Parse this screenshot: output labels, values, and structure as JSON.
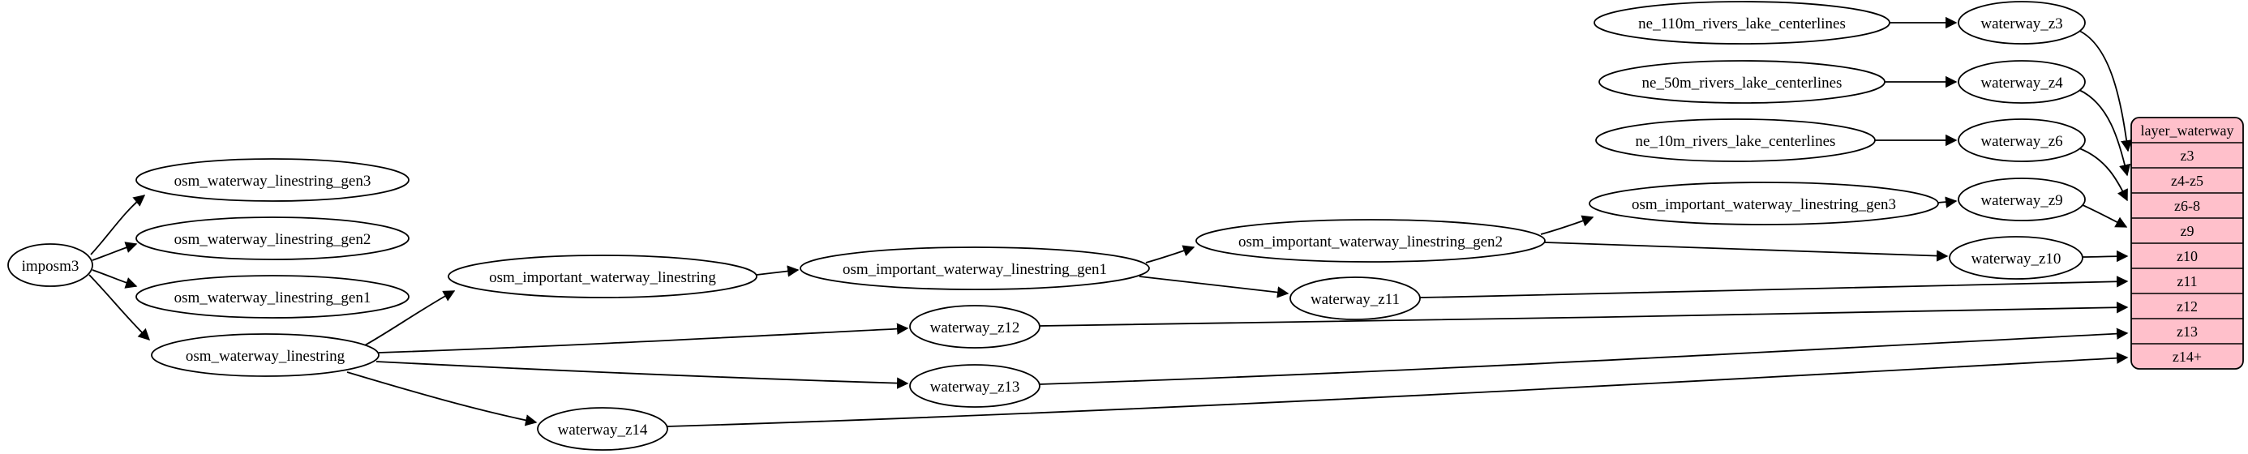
{
  "diagram_type": "graphviz-etl-pipeline",
  "colors": {
    "background": "#ffffff",
    "node_fill": "#ffffff",
    "node_stroke": "#000000",
    "edge_stroke": "#000000",
    "record_fill": "#ffc0cb"
  },
  "nodes": {
    "imposm3": {
      "label": "imposm3"
    },
    "osm_waterway_linestring_gen3": {
      "label": "osm_waterway_linestring_gen3"
    },
    "osm_waterway_linestring_gen2": {
      "label": "osm_waterway_linestring_gen2"
    },
    "osm_waterway_linestring_gen1": {
      "label": "osm_waterway_linestring_gen1"
    },
    "osm_waterway_linestring": {
      "label": "osm_waterway_linestring"
    },
    "osm_important_waterway_linestring": {
      "label": "osm_important_waterway_linestring"
    },
    "osm_important_waterway_linestring_gen1": {
      "label": "osm_important_waterway_linestring_gen1"
    },
    "osm_important_waterway_linestring_gen2": {
      "label": "osm_important_waterway_linestring_gen2"
    },
    "osm_important_waterway_linestring_gen3": {
      "label": "osm_important_waterway_linestring_gen3"
    },
    "ne_110m_rivers_lake_centerlines": {
      "label": "ne_110m_rivers_lake_centerlines"
    },
    "ne_50m_rivers_lake_centerlines": {
      "label": "ne_50m_rivers_lake_centerlines"
    },
    "ne_10m_rivers_lake_centerlines": {
      "label": "ne_10m_rivers_lake_centerlines"
    },
    "waterway_z3": {
      "label": "waterway_z3"
    },
    "waterway_z4": {
      "label": "waterway_z4"
    },
    "waterway_z6": {
      "label": "waterway_z6"
    },
    "waterway_z9": {
      "label": "waterway_z9"
    },
    "waterway_z10": {
      "label": "waterway_z10"
    },
    "waterway_z11": {
      "label": "waterway_z11"
    },
    "waterway_z12": {
      "label": "waterway_z12"
    },
    "waterway_z13": {
      "label": "waterway_z13"
    },
    "waterway_z14": {
      "label": "waterway_z14"
    }
  },
  "record": {
    "title": "layer_waterway",
    "rows": [
      "z3",
      "z4-z5",
      "z6-8",
      "z9",
      "z10",
      "z11",
      "z12",
      "z13",
      "z14+"
    ]
  },
  "edges": [
    {
      "from": "imposm3",
      "to": "osm_waterway_linestring_gen3"
    },
    {
      "from": "imposm3",
      "to": "osm_waterway_linestring_gen2"
    },
    {
      "from": "imposm3",
      "to": "osm_waterway_linestring_gen1"
    },
    {
      "from": "imposm3",
      "to": "osm_waterway_linestring"
    },
    {
      "from": "osm_waterway_linestring",
      "to": "osm_important_waterway_linestring"
    },
    {
      "from": "osm_waterway_linestring",
      "to": "waterway_z12"
    },
    {
      "from": "osm_waterway_linestring",
      "to": "waterway_z13"
    },
    {
      "from": "osm_waterway_linestring",
      "to": "waterway_z14"
    },
    {
      "from": "osm_important_waterway_linestring",
      "to": "osm_important_waterway_linestring_gen1"
    },
    {
      "from": "osm_important_waterway_linestring_gen1",
      "to": "osm_important_waterway_linestring_gen2"
    },
    {
      "from": "osm_important_waterway_linestring_gen1",
      "to": "waterway_z11"
    },
    {
      "from": "osm_important_waterway_linestring_gen2",
      "to": "osm_important_waterway_linestring_gen3"
    },
    {
      "from": "osm_important_waterway_linestring_gen2",
      "to": "waterway_z10"
    },
    {
      "from": "osm_important_waterway_linestring_gen3",
      "to": "waterway_z9"
    },
    {
      "from": "ne_110m_rivers_lake_centerlines",
      "to": "waterway_z3"
    },
    {
      "from": "ne_50m_rivers_lake_centerlines",
      "to": "waterway_z4"
    },
    {
      "from": "ne_10m_rivers_lake_centerlines",
      "to": "waterway_z6"
    },
    {
      "from": "waterway_z3",
      "to": "layer_waterway.z3"
    },
    {
      "from": "waterway_z4",
      "to": "layer_waterway.z4-z5"
    },
    {
      "from": "waterway_z6",
      "to": "layer_waterway.z6-8"
    },
    {
      "from": "waterway_z9",
      "to": "layer_waterway.z9"
    },
    {
      "from": "waterway_z10",
      "to": "layer_waterway.z10"
    },
    {
      "from": "waterway_z11",
      "to": "layer_waterway.z11"
    },
    {
      "from": "waterway_z12",
      "to": "layer_waterway.z12"
    },
    {
      "from": "waterway_z13",
      "to": "layer_waterway.z13"
    },
    {
      "from": "waterway_z14",
      "to": "layer_waterway.z14+"
    }
  ]
}
